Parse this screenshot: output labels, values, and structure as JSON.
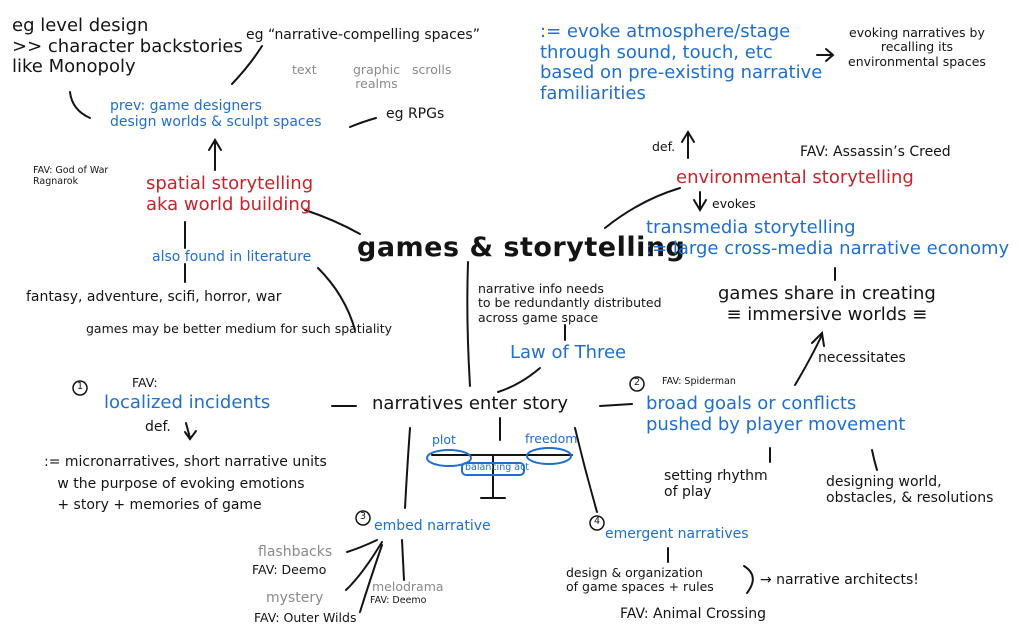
{
  "center": "games & storytelling",
  "top_left": {
    "example": "eg level design\n>> character backstories\nlike Monopoly",
    "spaces_example": "eg “narrative-compelling spaces”",
    "spaces_types": [
      "text",
      "graphic\nrealms",
      "scrolls"
    ],
    "prev": "prev: game designers\ndesign worlds & sculpt spaces",
    "rpg_example": "eg RPGs",
    "fav": "FAV: God of War\nRagnarok"
  },
  "spatial": {
    "title": "spatial storytelling\naka world building",
    "literature": "also found in literature",
    "genres": "fantasy, adventure, scifi, horror, war",
    "note": "games may be better medium for such spatiality"
  },
  "environmental": {
    "definition": ":= evoke atmosphere/stage\nthrough sound, touch, etc\nbased on pre-existing narrative\nfamiliarities",
    "recall": "evoking narratives by\nrecalling its\nenvironmental spaces",
    "def_label": "def.",
    "fav": "FAV: Assassin’s Creed",
    "title": "environmental storytelling",
    "evokes": "evokes",
    "transmedia": "transmedia storytelling\n:= large cross-media narrative economy",
    "immersive": "games share in creating\n≡ immersive worlds ≡",
    "necessitates": "necessitates"
  },
  "law": {
    "note": "narrative info needs\nto be redundantly distributed\nacross game space",
    "title": "Law of Three"
  },
  "narratives": {
    "title": "narratives enter story",
    "balance": {
      "plot": "plot",
      "freedom": "freedom",
      "act": "balancing act"
    },
    "localized": {
      "num": "1",
      "fav": "FAV:",
      "title": "localized incidents",
      "def": "def.",
      "definition": ":= micronarratives, short narrative units\n   w the purpose of evoking emotions\n   + story + memories of game"
    },
    "broad": {
      "num": "2",
      "fav": "FAV: Spiderman",
      "title": "broad goals or conflicts\npushed by player movement",
      "rhythm": "setting rhythm\nof play",
      "designing": "designing world,\nobstacles, & resolutions"
    },
    "embed": {
      "num": "3",
      "title": "embed narrative",
      "flashbacks": "flashbacks",
      "fav1": "FAV: Deemo",
      "melodrama": "melodrama",
      "fav2": "FAV: Deemo",
      "mystery": "mystery",
      "fav3": "FAV: Outer Wilds"
    },
    "emergent": {
      "num": "4",
      "title": "emergent narratives",
      "design": "design & organization\nof game spaces + rules",
      "architects": "→ narrative architects!",
      "fav": "FAV: Animal Crossing"
    }
  }
}
